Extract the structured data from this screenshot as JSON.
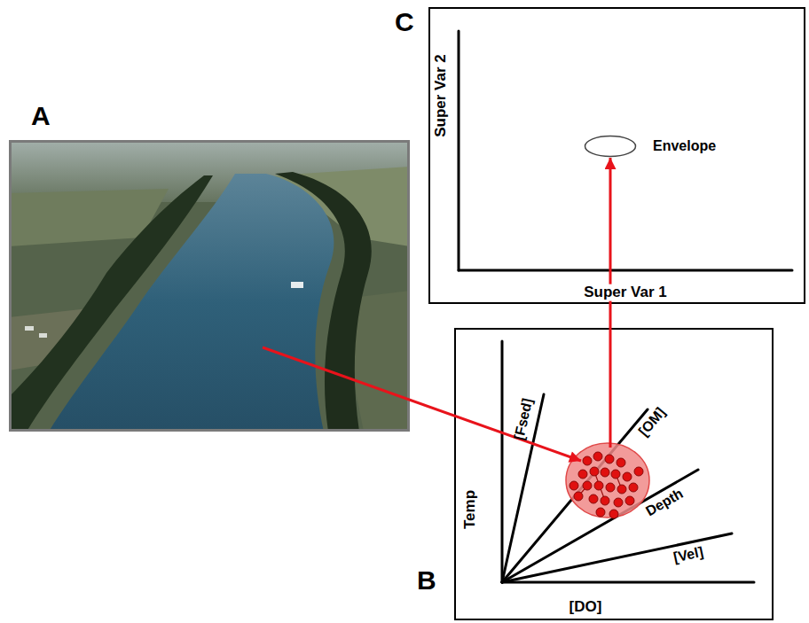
{
  "diagram": {
    "nodes": [
      {
        "text": [
          "A"
        ]
      },
      {
        "text": [
          "B",
          "Temp",
          "[DO]",
          "[Fsed]",
          "[OM]",
          "Depth",
          "[Vel]"
        ]
      },
      {
        "text": [
          "C",
          "Super Var 2",
          "Super Var 1"
        ]
      },
      {
        "text": [
          "Envelope"
        ],
        "in": 2
      }
    ],
    "edges": [
      {
        "from": 0,
        "to": 1,
        "arrow": "to"
      },
      {
        "from": 1,
        "to": 3,
        "arrow": "to"
      }
    ]
  }
}
